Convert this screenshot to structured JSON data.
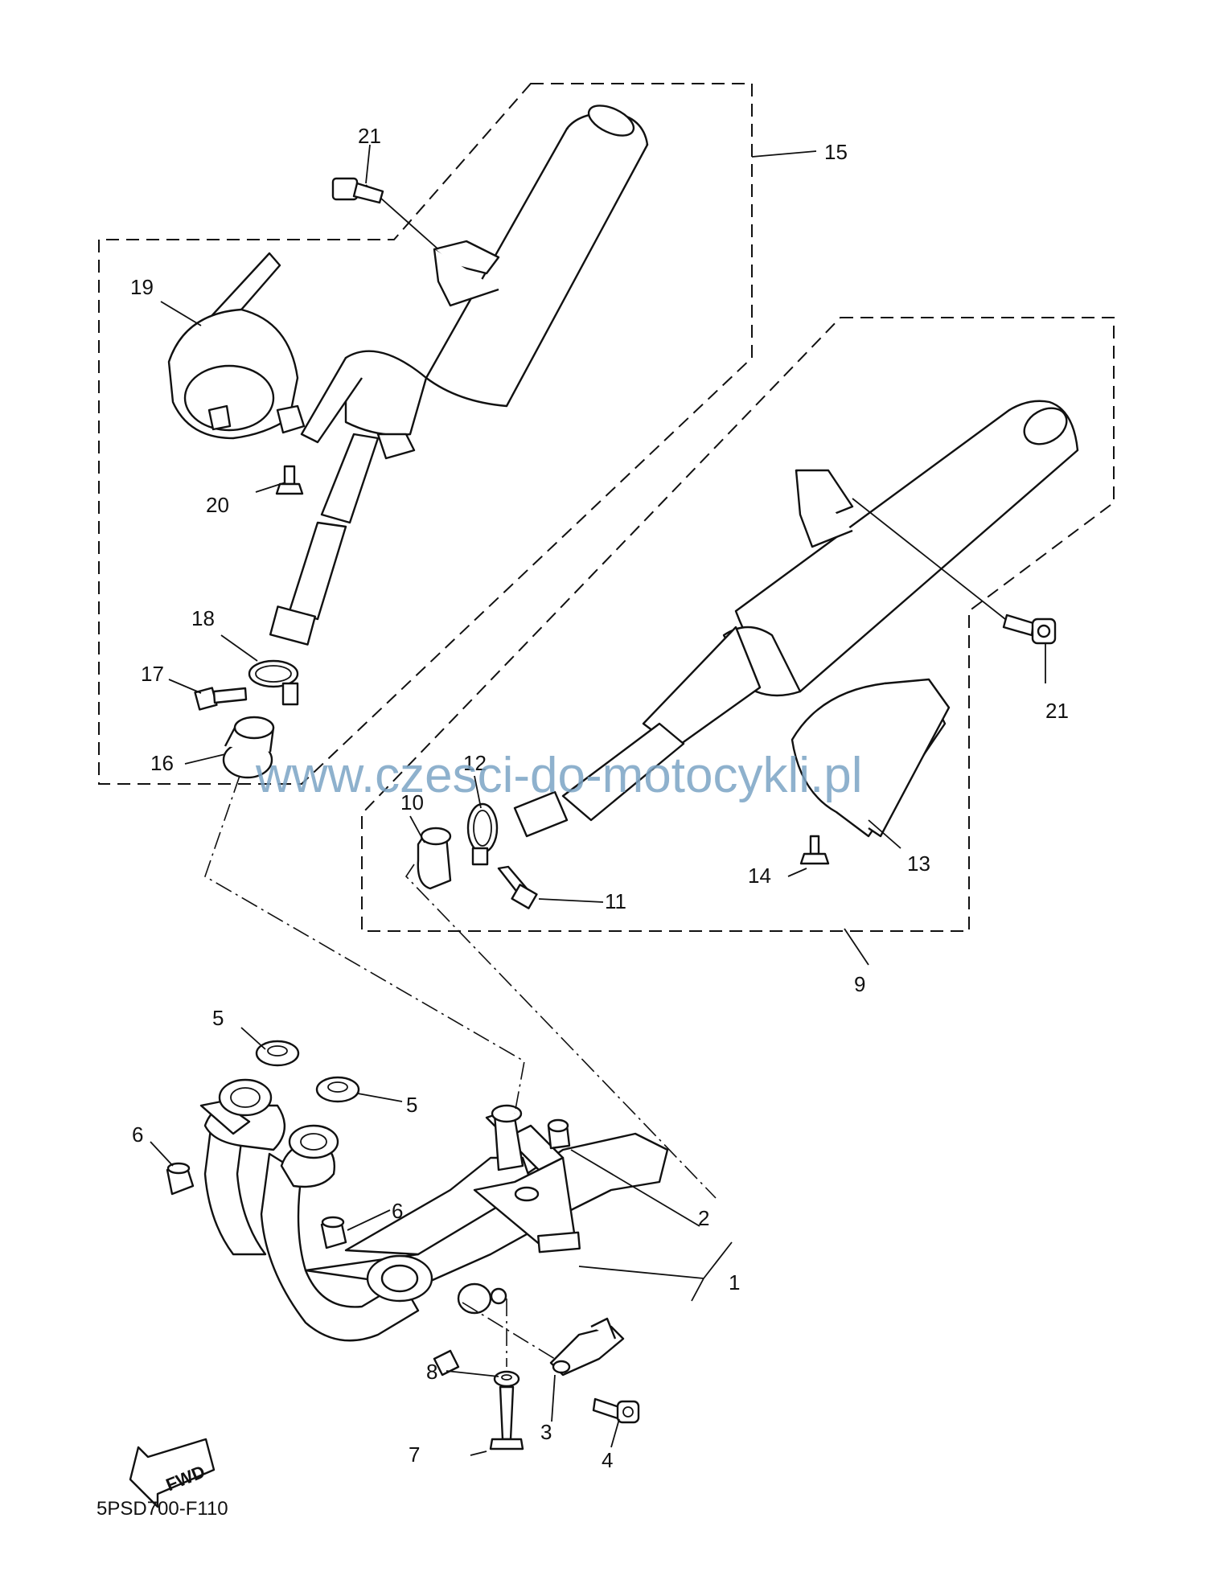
{
  "watermark": "www.czesci-do-motocykli.pl",
  "diagram_code": "5PSD700-F110",
  "fwd_label": "FWD",
  "callouts": [
    "1",
    "2",
    "3",
    "4",
    "5",
    "6",
    "7",
    "8",
    "9",
    "10",
    "11",
    "12",
    "13",
    "14",
    "15",
    "16",
    "17",
    "18",
    "19",
    "20",
    "21"
  ]
}
